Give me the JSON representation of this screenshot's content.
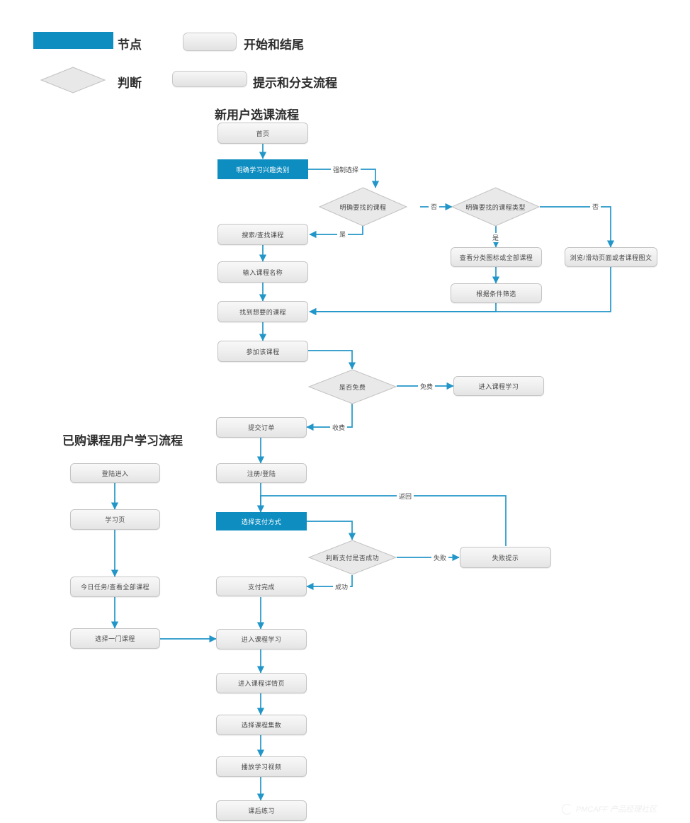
{
  "legend": {
    "items": [
      {
        "key": "node",
        "label": "节点",
        "shape": "accent-bar",
        "color": "#0d8dc0"
      },
      {
        "key": "terminal",
        "label": "开始和结尾",
        "shape": "rounded-pill"
      },
      {
        "key": "decision",
        "label": "判断",
        "shape": "diamond"
      },
      {
        "key": "branch",
        "label": "提示和分支流程",
        "shape": "rounded-pill-wide"
      }
    ]
  },
  "sections": [
    {
      "key": "new-user",
      "title": "新用户选课流程"
    },
    {
      "key": "purchased",
      "title": "已购课程用户学习流程"
    }
  ],
  "nodes": {
    "home": "首页",
    "interest": "明确学习兴趣类别",
    "search_course": "搜索/查找课程",
    "input_name": "输入课程名称",
    "found_course": "找到想要的课程",
    "join_course": "参加该课程",
    "category_all": "查看分类图标或全部课程",
    "filter_condition": "根据条件筛选",
    "browse_page": "浏览/滑动页面或者课程图文",
    "enter_study_free": "进入课程学习",
    "submit_order": "提交订单",
    "register_login": "注册/登陆",
    "choose_payment": "选择支付方式",
    "fail_tip": "失败提示",
    "pay_done": "支付完成",
    "login_enter": "登陆进入",
    "study_page": "学习页",
    "today_task": "今日任务/查看全部课程",
    "choose_one": "选择一门课程",
    "enter_study": "进入课程学习",
    "course_detail": "进入课程详情页",
    "choose_episode": "选择课程集数",
    "play_video": "播放学习视频",
    "after_class": "课后练习"
  },
  "decisions": {
    "which_course": "明确要找的课程",
    "which_type": "明确要找的课程类型",
    "is_free": "是否免费",
    "pay_success": "判断支付是否成功"
  },
  "edge_labels": {
    "force_choose": "强制选择",
    "no_1": "否",
    "no_2": "否",
    "yes_1": "是",
    "yes_2": "是",
    "free": "免费",
    "paid": "收费",
    "fail": "失败",
    "success": "成功",
    "back": "返回"
  },
  "watermark": {
    "text": "PMCAFF 产品经理社区"
  },
  "colors": {
    "accent": "#0d8dc0",
    "wire": "#2296c8",
    "node_border": "#c4c4c4",
    "text": "#4a4a4a"
  }
}
